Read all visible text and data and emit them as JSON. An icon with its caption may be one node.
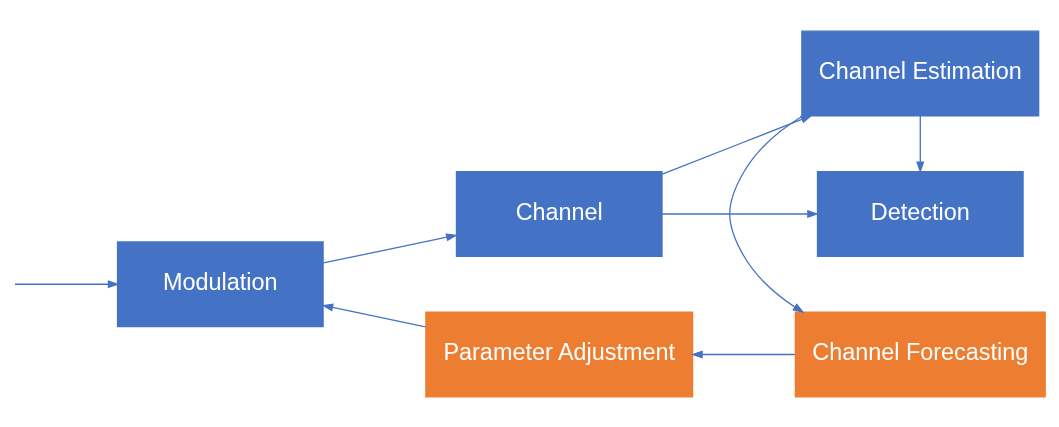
{
  "diagram": {
    "nodes": [
      {
        "text": [
          "Modulation"
        ]
      },
      {
        "text": [
          "Channel"
        ]
      },
      {
        "text": [
          "Detection"
        ]
      },
      {
        "text": [
          "Channel Estimation"
        ]
      },
      {
        "text": [
          "Parameter Adjustment"
        ]
      },
      {
        "text": [
          "Channel Forecasting"
        ]
      }
    ],
    "edges": [
      {
        "from": null,
        "to": 0,
        "arrow": "to"
      },
      {
        "from": 0,
        "to": 1,
        "arrow": "to"
      },
      {
        "from": 1,
        "to": 2,
        "arrow": "to"
      },
      {
        "from": 1,
        "to": 3,
        "arrow": "to"
      },
      {
        "from": 3,
        "to": 2,
        "arrow": "to"
      },
      {
        "from": 3,
        "to": 5,
        "arrow": "to"
      },
      {
        "from": 5,
        "to": 4,
        "arrow": "to"
      },
      {
        "from": 4,
        "to": 0,
        "arrow": "to"
      }
    ]
  }
}
